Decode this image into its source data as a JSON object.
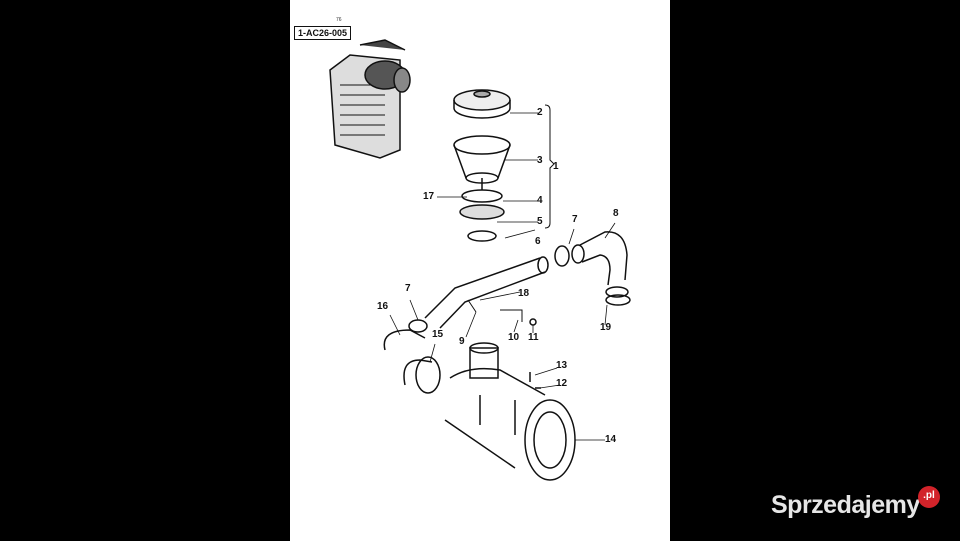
{
  "document": {
    "page_number": "76",
    "drawing_code": "1-AC26-005",
    "callouts": [
      "1",
      "2",
      "3",
      "4",
      "5",
      "6",
      "7",
      "7",
      "8",
      "9",
      "10",
      "11",
      "12",
      "13",
      "14",
      "15",
      "16",
      "17",
      "18",
      "19"
    ]
  },
  "watermark": {
    "text": "Sprzedajemy",
    "badge": ".pl",
    "badge_color": "#d2232a"
  }
}
